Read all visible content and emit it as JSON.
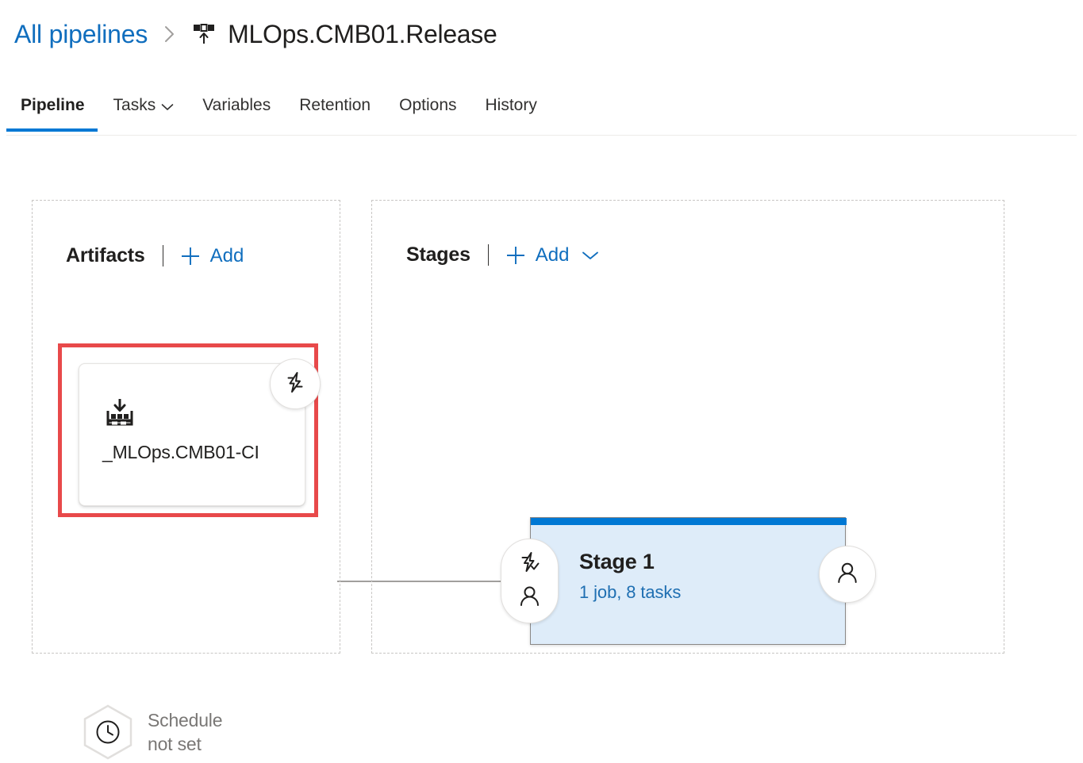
{
  "header": {
    "breadcrumb_root": "All pipelines",
    "separator_icon": "chevron-right-icon",
    "pipeline_icon": "release-pipeline-icon",
    "title": "MLOps.CMB01.Release"
  },
  "tabs": [
    {
      "label": "Pipeline",
      "active": true,
      "has_caret": false
    },
    {
      "label": "Tasks",
      "active": false,
      "has_caret": true
    },
    {
      "label": "Variables",
      "active": false,
      "has_caret": false
    },
    {
      "label": "Retention",
      "active": false,
      "has_caret": false
    },
    {
      "label": "Options",
      "active": false,
      "has_caret": false
    },
    {
      "label": "History",
      "active": false,
      "has_caret": false
    }
  ],
  "artifacts": {
    "title": "Artifacts",
    "add_label": "Add",
    "add_icon": "plus-icon",
    "card": {
      "name": "_MLOps.CMB01-CI",
      "icon": "build-artifact-icon",
      "trigger_badge_icon": "lightning-bolt-icon",
      "highlighted": true,
      "highlight_color": "#e8494a"
    },
    "schedule": {
      "icon": "clock-hexagon-icon",
      "label": "Schedule\nnot set"
    }
  },
  "stages": {
    "title": "Stages",
    "add_label": "Add",
    "add_icon": "plus-icon",
    "add_caret_icon": "chevron-down-icon",
    "items": [
      {
        "name": "Stage 1",
        "summary": "1 job, 8 tasks",
        "pre_deployment_condition_icon": "lightning-bolt-check-icon",
        "pre_deployment_approval_icon": "person-icon",
        "post_deployment_approval_icon": "person-icon",
        "top_bar_color": "#0078d4",
        "body_color": "#deecf9"
      }
    ]
  },
  "colors": {
    "accent": "#0078d4",
    "link": "#106ebe",
    "highlight": "#e8494a",
    "stage_body": "#deecf9",
    "stage_sub_text": "#1f6fb2",
    "muted_text": "#797775",
    "dashed_border": "#c8c6c4"
  }
}
